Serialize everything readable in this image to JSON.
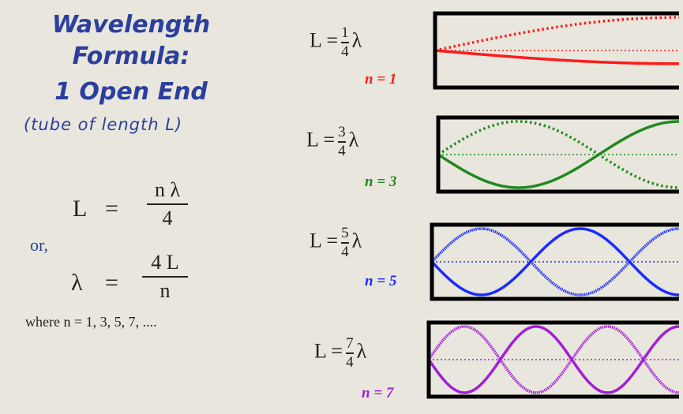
{
  "title_lines": [
    "Wavelength",
    "Formula:",
    "1 Open End"
  ],
  "subtitle": "(tube of length L)",
  "formula1": {
    "lhs": "L",
    "eq": "=",
    "num": "n λ",
    "den": "4"
  },
  "or_text": "or,",
  "formula2": {
    "lhs": "λ",
    "eq": "=",
    "num": "4 L",
    "den": "n"
  },
  "where_text": "where  n =  1, 3, 5, 7,  ....",
  "harmonics": [
    {
      "lhs": "L =",
      "num": "1",
      "den": "4",
      "lambda": "λ",
      "n_label": "n = 1",
      "n": 1,
      "color": "#ff1a1a"
    },
    {
      "lhs": "L =",
      "num": "3",
      "den": "4",
      "lambda": "λ",
      "n_label": "n = 3",
      "n": 3,
      "color": "#1f8a1f"
    },
    {
      "lhs": "L =",
      "num": "5",
      "den": "4",
      "lambda": "λ",
      "n_label": "n = 5",
      "n": 5,
      "color": "#1a2cff"
    },
    {
      "lhs": "L =",
      "num": "7",
      "den": "4",
      "lambda": "λ",
      "n_label": "n = 7",
      "n": 7,
      "color": "#a21fd6"
    }
  ]
}
